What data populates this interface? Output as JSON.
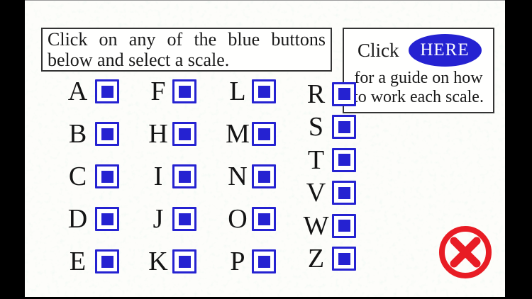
{
  "instruction_box": {
    "line1": "Click on any of the blue buttons",
    "line2": "below and select a scale."
  },
  "guide_box": {
    "prefix": "Click",
    "button_label": "HERE",
    "line2": "for a guide on how",
    "line3": "to work each scale."
  },
  "scales": {
    "columns": [
      [
        "A",
        "B",
        "C",
        "D",
        "E"
      ],
      [
        "F",
        "H",
        "I",
        "J",
        "K"
      ],
      [
        "L",
        "M",
        "N",
        "O",
        "P"
      ],
      [
        "R",
        "S",
        "T",
        "V",
        "W",
        "Z"
      ]
    ]
  },
  "close_button": {
    "icon": "circle-x-icon"
  },
  "colors": {
    "button_blue": "#2522d1",
    "close_red": "#e81c24"
  }
}
